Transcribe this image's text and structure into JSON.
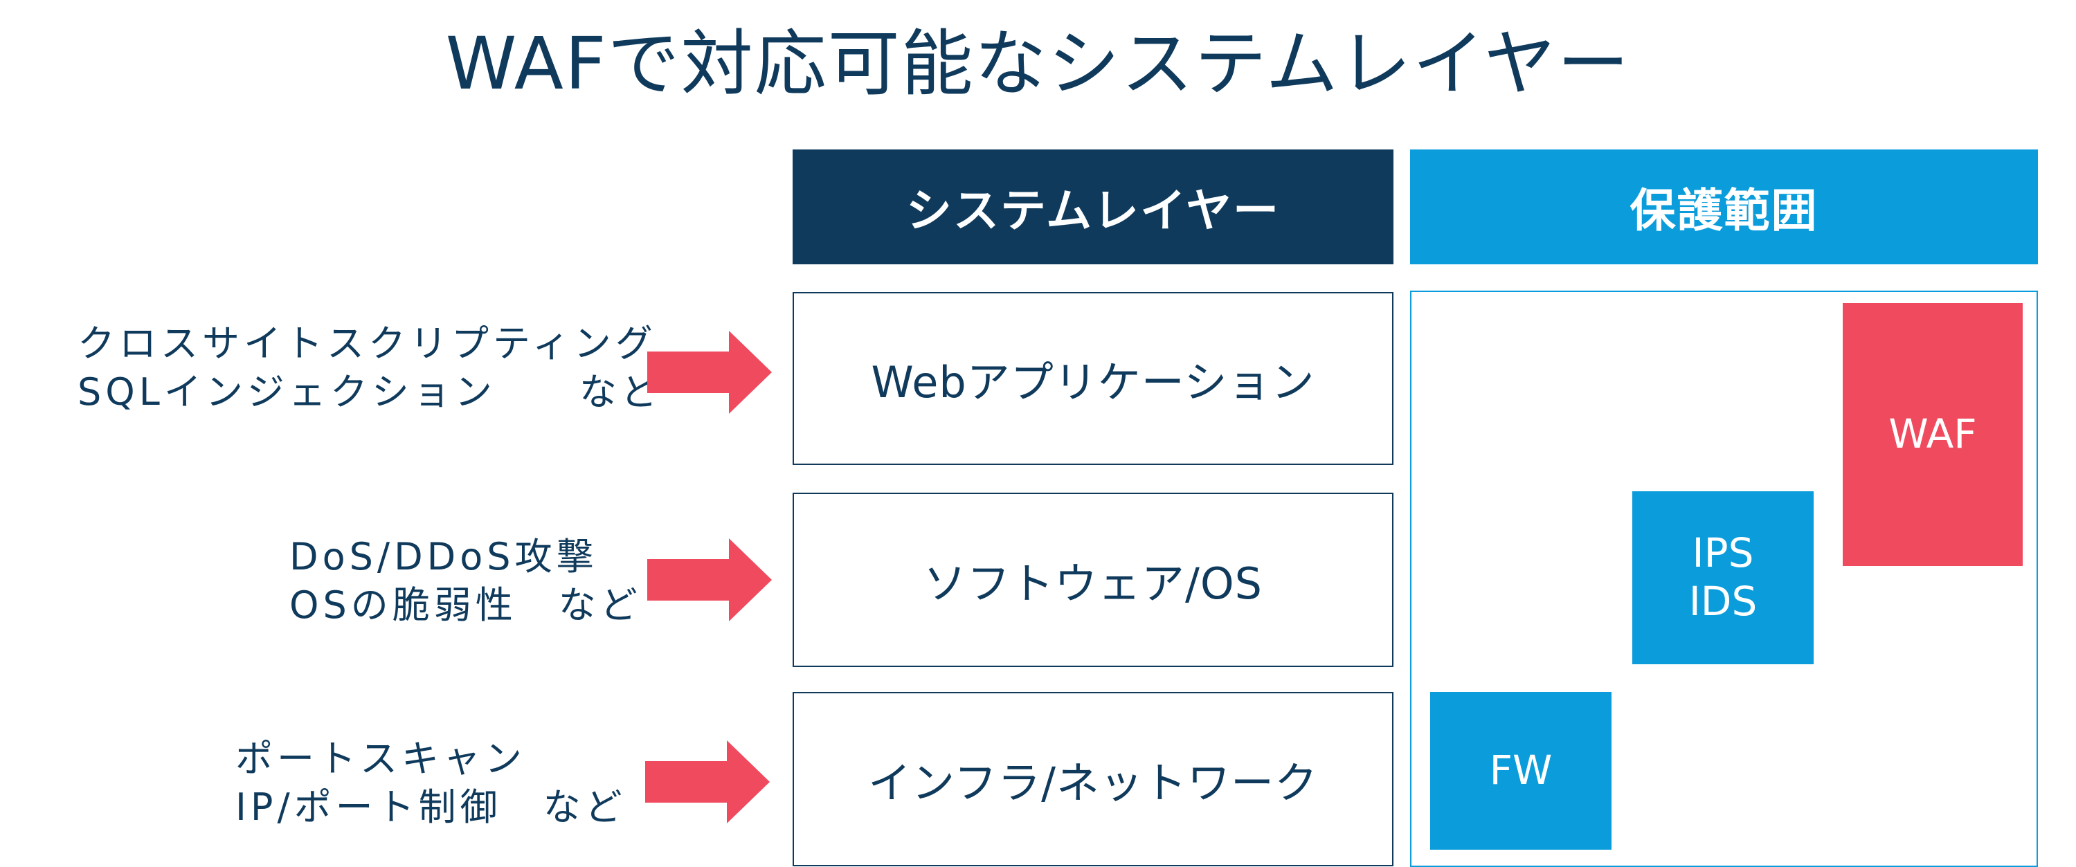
{
  "title": "WAFで対応可能なシステムレイヤー",
  "headers": {
    "layer": "システムレイヤー",
    "protection": "保護範囲"
  },
  "layers": [
    "Webアプリケーション",
    "ソフトウェア/OS",
    "インフラ/ネットワーク"
  ],
  "threats": [
    {
      "line1": "クロスサイトスクリプティング",
      "line2": "SQLインジェクション　　など"
    },
    {
      "line1": "DoS/DDoS攻撃",
      "line2": "OSの脆弱性　など"
    },
    {
      "line1": "ポートスキャン",
      "line2": "IP/ポート制御　など"
    }
  ],
  "protection": {
    "waf": "WAF",
    "ips": "IPS",
    "ids": "IDS",
    "fw": "FW"
  },
  "colors": {
    "navy": "#0f3a5c",
    "blue": "#0b9ddb",
    "red": "#f04a5e"
  }
}
